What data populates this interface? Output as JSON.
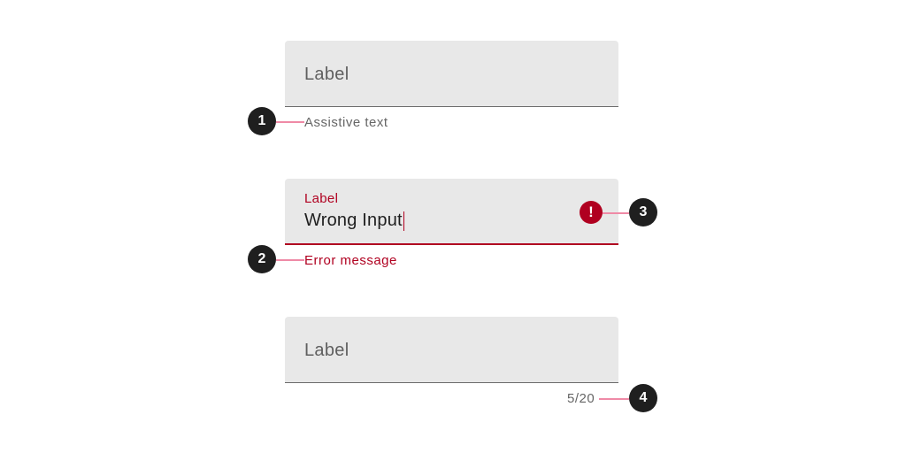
{
  "fields": [
    {
      "label": "Label",
      "helper_text": "Assistive text"
    },
    {
      "label": "Label",
      "value": "Wrong Input",
      "error_text": "Error message",
      "state": "error",
      "icon": "error-exclamation-icon"
    },
    {
      "label": "Label",
      "counter": "5/20"
    }
  ],
  "markers": [
    "1",
    "2",
    "3",
    "4"
  ],
  "colors": {
    "field_background": "#e8e8e8",
    "error": "#b00020",
    "leader_line": "#ef8aa6",
    "marker": "#1f1f1f",
    "helper_text": "#666666"
  }
}
